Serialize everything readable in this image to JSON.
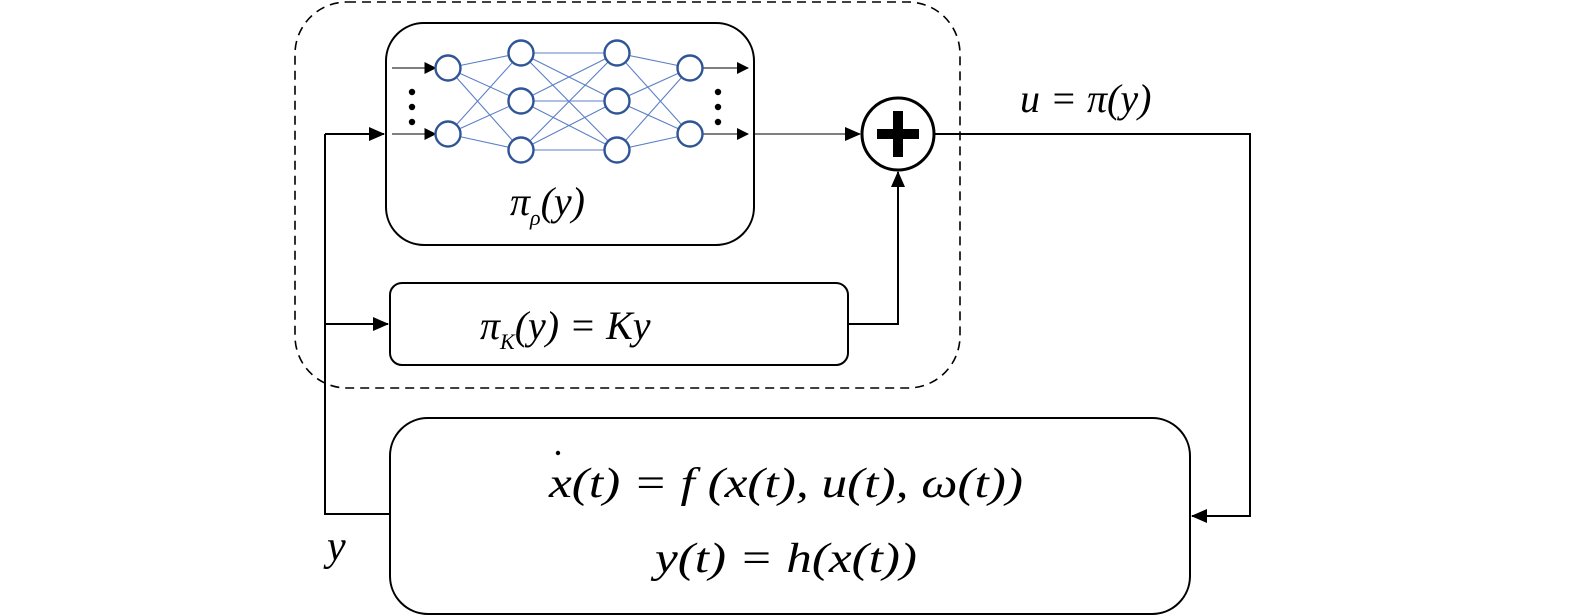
{
  "diagram": {
    "type": "feedback-control-block-diagram",
    "controller_group": {
      "style": "dashed",
      "neural_policy": {
        "label_main": "π",
        "label_sub": "ρ",
        "label_arg": "(y)",
        "network": {
          "layers": [
            2,
            3,
            3,
            2
          ],
          "input_ellipsis": "⋮",
          "output_ellipsis": "⋮"
        },
        "node_color": "#2f5597",
        "edge_color": "#5b7fc7"
      },
      "linear_policy": {
        "label_main": "π",
        "label_sub": "K",
        "label_rest": "(y) = Ky"
      },
      "summing_junction": {
        "symbol": "+",
        "icon": "plus-circle-icon"
      }
    },
    "control_signal_label": "u = π(y)",
    "plant": {
      "equation_1": "ẋ(t) = f (x(t), u(t), ω(t))",
      "equation_1_parts": {
        "lhs": "x",
        "rest": "(t) = f (x(t), u(t), ω(t))"
      },
      "equation_2": "y(t) = h(x(t))"
    },
    "feedback_label": "y"
  }
}
